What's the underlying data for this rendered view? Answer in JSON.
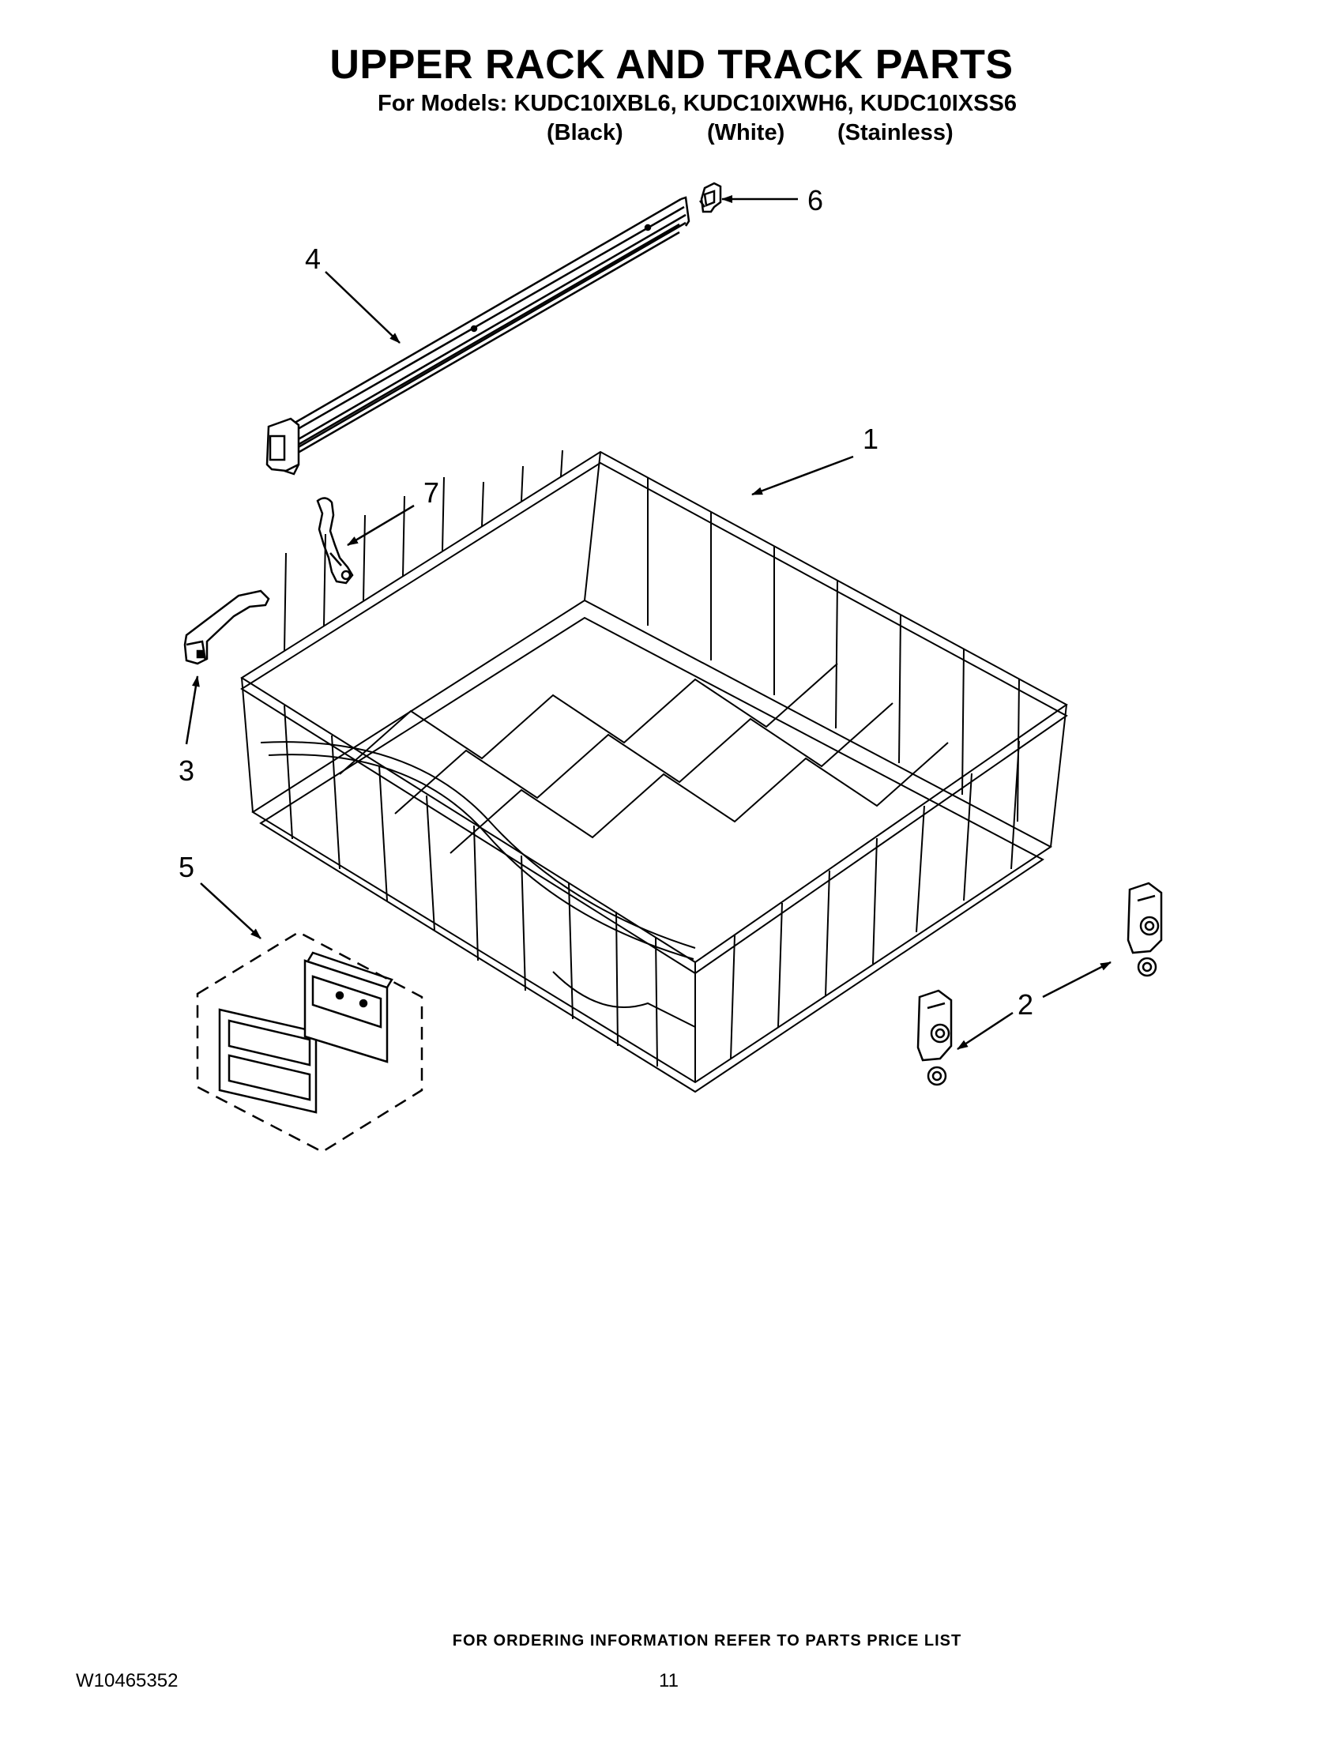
{
  "header": {
    "title": "UPPER RACK AND TRACK PARTS",
    "models_line": "For Models: KUDC10IXBL6, KUDC10IXWH6, KUDC10IXSS6",
    "variants": [
      "(Black)",
      "(White)",
      "(Stainless)"
    ]
  },
  "callouts": {
    "c1": "1",
    "c2": "2",
    "c3": "3",
    "c4": "4",
    "c5": "5",
    "c6": "6",
    "c7": "7"
  },
  "footer": {
    "note": "FOR ORDERING INFORMATION REFER TO PARTS PRICE LIST",
    "doc_number": "W10465352",
    "page_number": "11"
  }
}
